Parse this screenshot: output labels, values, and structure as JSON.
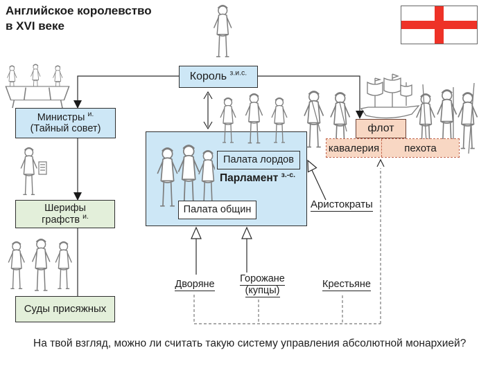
{
  "title": {
    "line1": "Английское королевство",
    "line2": "в XVI веке"
  },
  "flag": {
    "name": "england-st-george-cross-flag",
    "cross_color": "#ee3227"
  },
  "colors": {
    "royal_blue_fill": "#cde7f6",
    "local_green_fill": "#e3efda",
    "army_peach_fill": "#f8d7c3",
    "army_dashed_border": "#c2664d"
  },
  "nodes": {
    "king": {
      "label": "Король",
      "sup": "з.и.с."
    },
    "ministers": {
      "line1": "Министры",
      "sup": "и.",
      "line2": "(Тайный совет)"
    },
    "sheriffs": {
      "line1": "Шерифы",
      "line2": "графств",
      "sup": "и."
    },
    "courts": {
      "label": "Суды присяжных"
    },
    "parliament": {
      "label": "Парламент",
      "sup": "з.-с."
    },
    "lords": {
      "label": "Палата лордов"
    },
    "commons": {
      "label": "Палата общин"
    },
    "fleet": {
      "label": "флот"
    },
    "cavalry": {
      "label": "кавалерия"
    },
    "infantry": {
      "label": "пехота"
    }
  },
  "social_groups": {
    "aristocrats": "Аристократы",
    "nobles": "Дворяне",
    "townspeople": {
      "line1": "Горожане",
      "line2": "(купцы)"
    },
    "peasants": "Крестьяне"
  },
  "question": "На твой взгляд, можно ли считать такую систему управления абсолютной монархией?",
  "icons": {
    "king_figure": "king-figure",
    "ministers_figures": "privy-council-at-table-figures",
    "sheriff_figure": "sheriff-with-scroll-figure",
    "courts_figures": "jury-court-figures",
    "lords_figures": "lords-figures",
    "commons_figures": "commons-figures",
    "cavalry_figures": "musketeer-soldiers-figures",
    "ship": "warship",
    "infantry_figures": "pikemen-soldiers-figures"
  }
}
